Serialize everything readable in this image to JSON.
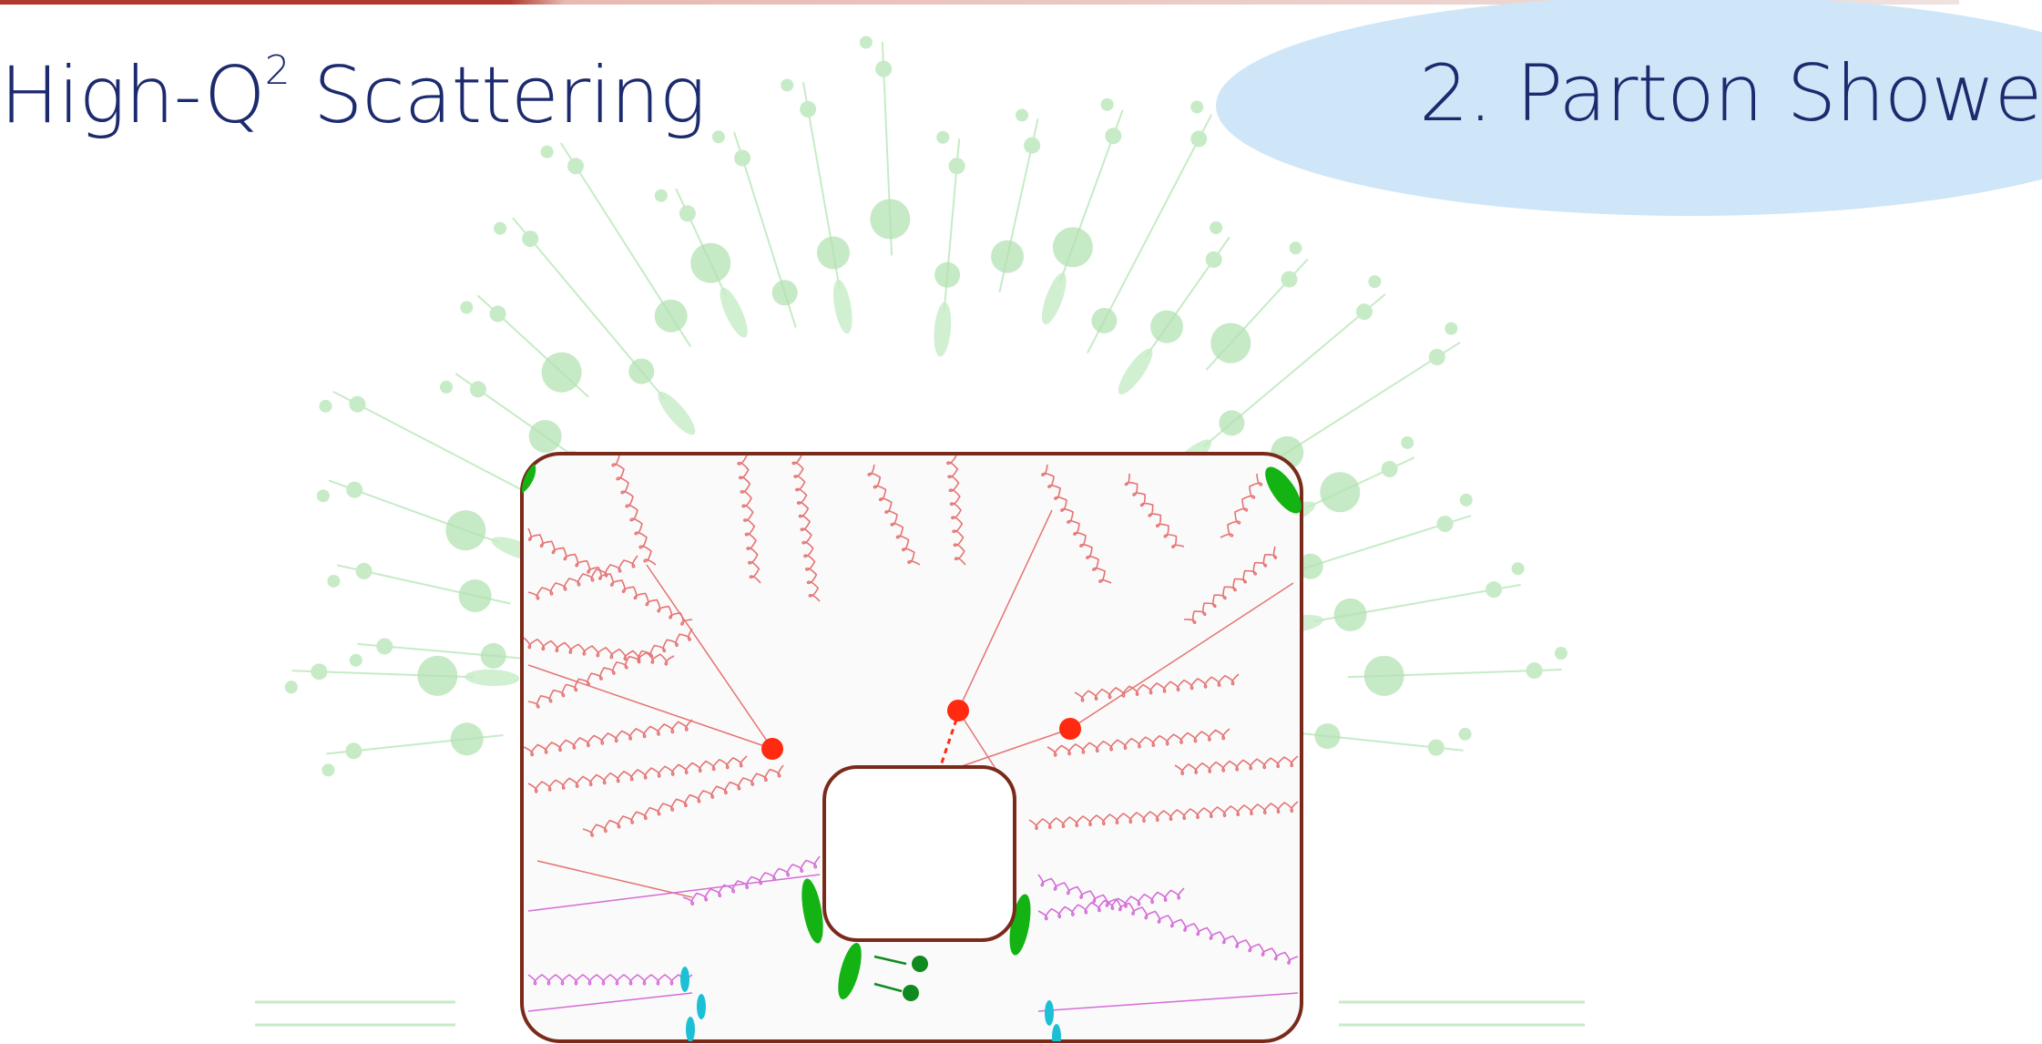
{
  "slide": {
    "left_title": {
      "prefix": "High-Q",
      "superscript": "2",
      "suffix": " Scattering"
    },
    "right_title": "2. Parton Showe"
  },
  "colors": {
    "title_text": "#1c2a6e",
    "callout_ellipse": "#cfe6f8",
    "frame_border": "#7a2a1a",
    "frame_fill": "#fafafa",
    "gluon_red": "#e57373",
    "gluon_pink": "#d56bd8",
    "vertex_red": "#ff2a10",
    "faded_hadron_green": "#c6ebc6",
    "faded_hadron_dark": "#b3e2b3",
    "hadron_green": "#12b312",
    "cyan_particle": "#1cc0d6",
    "top_rule_left": "#b03a2e",
    "top_rule_right": "#e8b9b1"
  },
  "icons": [
    "gluon-line-icon",
    "parton-vertex-icon",
    "hadron-blob-icon"
  ]
}
